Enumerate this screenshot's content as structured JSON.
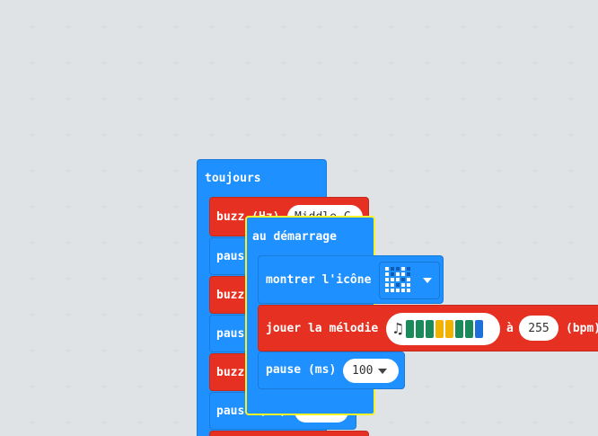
{
  "blocks": {
    "forever_label": "toujours",
    "buzz_label": "buzz (Hz)",
    "buzz_value": "Middle C",
    "pause_stub": "paus",
    "buzz_stub": "buzz",
    "pause_partial": "pause (ms)",
    "on_start_label": "au démarrage",
    "show_icon_label": "montrer l'icône",
    "play_melody_label": "jouer la mélodie",
    "at_label": "à",
    "tempo_value": "255",
    "bpm_label": "(bpm)",
    "pause_label": "pause (ms)",
    "pause_value": "100",
    "melody_icon": "music-note-icon",
    "melody_colors": [
      "#1a8a5a",
      "#1a8a5a",
      "#1a8a5a",
      "#f2b300",
      "#f2b300",
      "#1a8a5a",
      "#1a8a5a",
      "#1e6fd9"
    ]
  }
}
